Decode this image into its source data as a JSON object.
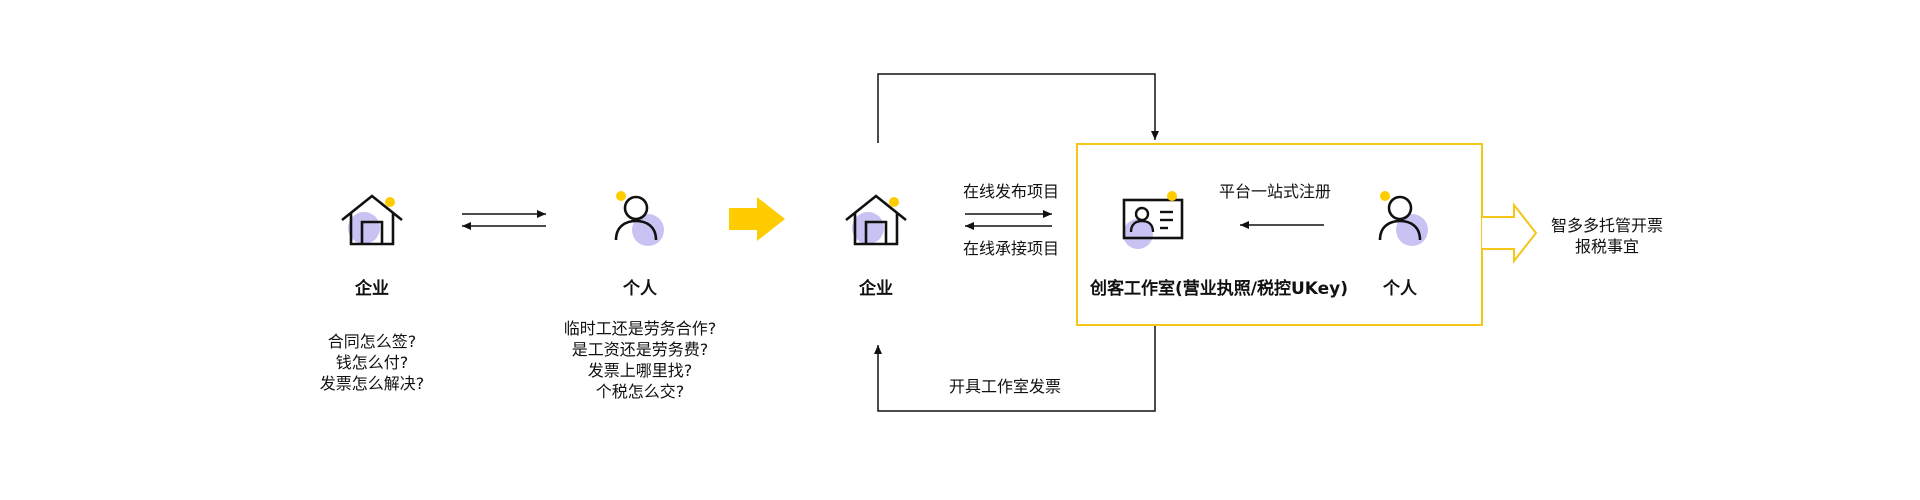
{
  "nodes": {
    "enterprise_left": {
      "label": "企业"
    },
    "individual_left": {
      "label": "个人"
    },
    "enterprise_right": {
      "label": "企业"
    },
    "studio": {
      "label": "创客工作室(营业执照/税控UKey)"
    },
    "individual_right": {
      "label": "个人"
    }
  },
  "questions": {
    "enterprise": [
      "合同怎么签?",
      "钱怎么付?",
      "发票怎么解决?"
    ],
    "individual": [
      "临时工还是劳务合作?",
      "是工资还是劳务费?",
      "发票上哪里找?",
      "个税怎么交?"
    ]
  },
  "edges": {
    "publish": "在线发布项目",
    "undertake": "在线承接项目",
    "register": "平台一站式注册",
    "invoice": "开具工作室发票"
  },
  "service": [
    "智多多托管开票",
    "报税事宜"
  ],
  "colors": {
    "accent": "#FFCC00",
    "avatar": "#9B91E8",
    "line": "#111111",
    "box": "#F5C518"
  },
  "icons": {
    "house": "house-icon",
    "person": "person-icon",
    "card": "id-card-icon",
    "arrow": "yellow-arrow-icon"
  }
}
